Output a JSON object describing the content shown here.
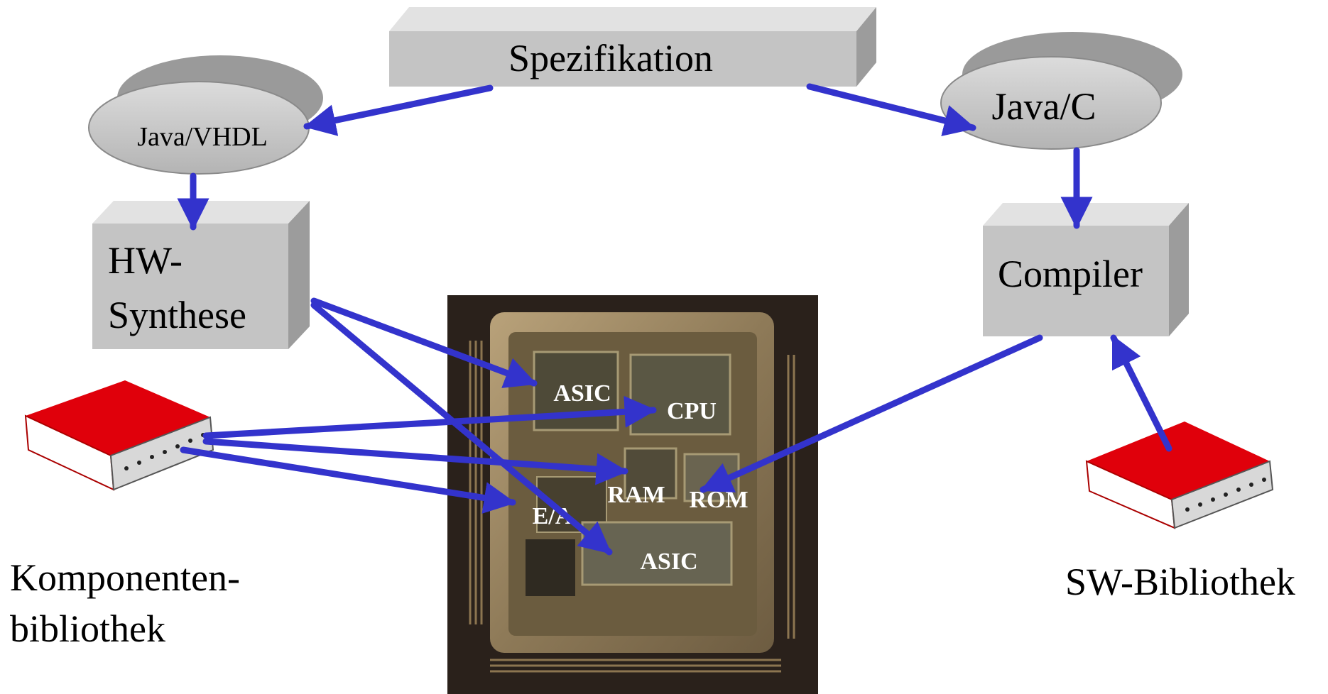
{
  "nodes": {
    "spezifikation": "Spezifikation",
    "java_vhdl": "Java/VHDL",
    "java_c": "Java/C",
    "hw_synthese_line1": "HW-",
    "hw_synthese_line2": "Synthese",
    "compiler": "Compiler"
  },
  "libraries": {
    "komponenten_line1": "Komponenten-",
    "komponenten_line2": "bibliothek",
    "sw": "SW-Bibliothek"
  },
  "chip": {
    "asic_top": "ASIC",
    "cpu": "CPU",
    "ram": "RAM",
    "rom": "ROM",
    "ea": "E/A",
    "asic_bottom": "ASIC"
  },
  "colors": {
    "arrow": "#3333cc",
    "box_front": "#c4c4c4",
    "box_top": "#e2e2e2",
    "box_side": "#9c9c9c",
    "book_red": "#e0000b",
    "chip_bg": "#2a211b"
  }
}
